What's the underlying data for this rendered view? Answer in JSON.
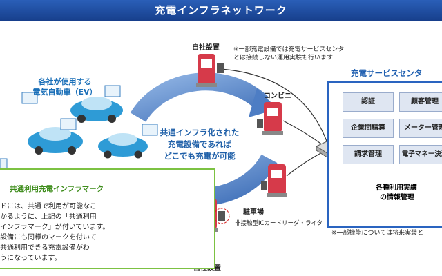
{
  "title": "充電インフラネットワーク",
  "ev_label": [
    "各社が使用する",
    "電気自動車（EV）"
  ],
  "cycle_text": [
    "共通インフラ化された",
    "充電設備であれば",
    "どこでも充電が可能"
  ],
  "pumps": {
    "top": "自社設置",
    "convenience": "コンビニ",
    "parking": "駐車場",
    "bottom": "自社設置"
  },
  "top_note": [
    "※一部充電設備では充電サービスセンタ",
    "とは接続しない運用実験も行います"
  ],
  "card_reader_label": "非接触型ICカードリーダ・ライタ",
  "service_center": {
    "title": "充電サービスセンタ",
    "functions": [
      "認証",
      "顧客管理",
      "企業間精算",
      "メーター管理",
      "請求管理",
      "電子マネー決済"
    ],
    "info_label": [
      "各種利用実績",
      "の情報管理"
    ],
    "footnote": "※一部機能については将来実装と"
  },
  "shared_mark": {
    "title": "共通利用充電インフラマーク",
    "body": [
      "ドには、共通で利用が可能なこ",
      "かるように、上記の「共通利用",
      "インフラマーク」が付いています。",
      "設備にも同様のマークを付いて",
      "共通利用できる充電設備がわ",
      "うになっています。"
    ]
  },
  "colors": {
    "title_bar": "#1f4f9f",
    "cycle_arrow": "#5b87c8",
    "pump_red": "#d63a4a",
    "service_border": "#2a64c0",
    "mark_border": "#7cc242",
    "ev_car": "#2e9bd6"
  }
}
